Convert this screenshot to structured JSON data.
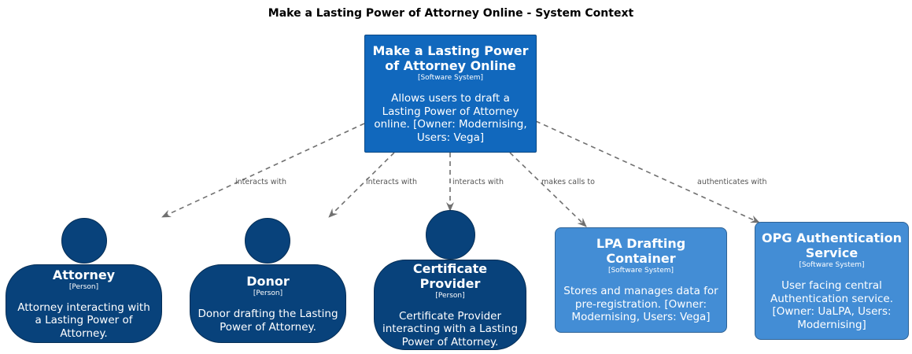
{
  "diagram": {
    "title": "Make a Lasting Power of Attorney Online - System Context",
    "nodes": [
      {
        "id": "lpa",
        "name": "Make a Lasting Power of Attorney Online",
        "type": "[Software System]",
        "description": "Allows users to draft a Lasting Power of Attorney online. [Owner: Modernising, Users: Vega]"
      },
      {
        "id": "attorney",
        "name": "Attorney",
        "type": "[Person]",
        "description": "Attorney interacting with a Lasting Power of Attorney."
      },
      {
        "id": "donor",
        "name": "Donor",
        "type": "[Person]",
        "description": "Donor drafting the Lasting Power of Attorney."
      },
      {
        "id": "certificate",
        "name": "Certificate Provider",
        "type": "[Person]",
        "description": "Certificate Provider interacting with a Lasting Power of Attorney."
      },
      {
        "id": "drafting",
        "name": "LPA Drafting Container",
        "type": "[Software System]",
        "description": "Stores and manages data for pre-registration. [Owner: Modernising, Users: Vega]"
      },
      {
        "id": "auth",
        "name": "OPG Authentication Service",
        "type": "[Software System]",
        "description": "User facing central Authentication service. [Owner: UaLPA, Users: Modernising]"
      }
    ],
    "edges": [
      {
        "from": "lpa",
        "to": "attorney",
        "label": "interacts with"
      },
      {
        "from": "lpa",
        "to": "donor",
        "label": "interacts with"
      },
      {
        "from": "lpa",
        "to": "certificate",
        "label": "interacts with"
      },
      {
        "from": "lpa",
        "to": "drafting",
        "label": "makes calls to"
      },
      {
        "from": "lpa",
        "to": "auth",
        "label": "authenticates with"
      }
    ],
    "colors": {
      "main_system": "#1168bd",
      "external_system": "#438dd5",
      "person": "#08427b",
      "edge": "#707070"
    }
  }
}
